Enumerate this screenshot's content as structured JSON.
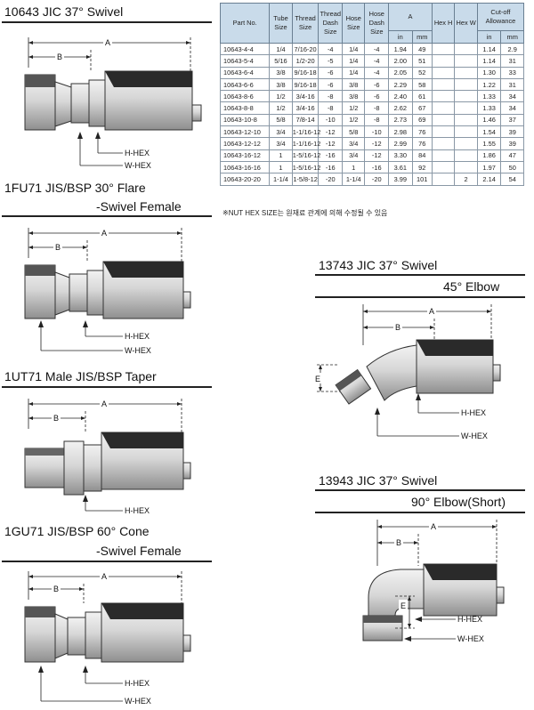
{
  "sections": [
    {
      "title": "10643 JIC 37° Swivel",
      "subtitle": ""
    },
    {
      "title": "1FU71 JIS/BSP 30° Flare",
      "subtitle": "-Swivel Female"
    },
    {
      "title": "1UT71 Male JIS/BSP Taper",
      "subtitle": ""
    },
    {
      "title": "1GU71 JIS/BSP 60° Cone",
      "subtitle": "-Swivel Female"
    },
    {
      "title": "13743 JIC 37° Swivel",
      "subtitle": "45° Elbow"
    },
    {
      "title": "13943 JIC 37° Swivel",
      "subtitle": "90° Elbow(Short)"
    }
  ],
  "dims": {
    "a": "A",
    "b": "B",
    "e": "E",
    "hhex": "H-HEX",
    "whex": "W-HEX"
  },
  "table": {
    "headers": {
      "part": "Part No.",
      "tube": "Tube Size",
      "thread": "Thread Size",
      "thread_dash": "Thread Dash Size",
      "hose": "Hose Size",
      "hose_dash": "Hose Dash Size",
      "a": "A",
      "hex_h": "Hex H",
      "hex_w": "Hex W",
      "cutoff": "Cut-off Allowance",
      "in": "in",
      "mm": "mm"
    },
    "rows": [
      {
        "part": "10643-4-4",
        "tube": "1/4",
        "thread": "7/16-20",
        "tdash": "-4",
        "hose": "1/4",
        "hdash": "-4",
        "a_in": "1.94",
        "a_mm": "49",
        "h": "",
        "w": "",
        "c_in": "1.14",
        "c_mm": "2.9"
      },
      {
        "part": "10643-5-4",
        "tube": "5/16",
        "thread": "1/2-20",
        "tdash": "-5",
        "hose": "1/4",
        "hdash": "-4",
        "a_in": "2.00",
        "a_mm": "51",
        "h": "",
        "w": "",
        "c_in": "1.14",
        "c_mm": "31"
      },
      {
        "part": "10643-6-4",
        "tube": "3/8",
        "thread": "9/16-18",
        "tdash": "-6",
        "hose": "1/4",
        "hdash": "-4",
        "a_in": "2.05",
        "a_mm": "52",
        "h": "",
        "w": "",
        "c_in": "1.30",
        "c_mm": "33"
      },
      {
        "part": "10643-6-6",
        "tube": "3/8",
        "thread": "9/16-18",
        "tdash": "-6",
        "hose": "3/8",
        "hdash": "-6",
        "a_in": "2.29",
        "a_mm": "58",
        "h": "",
        "w": "",
        "c_in": "1.22",
        "c_mm": "31"
      },
      {
        "part": "10643-8-6",
        "tube": "1/2",
        "thread": "3/4-16",
        "tdash": "-8",
        "hose": "3/8",
        "hdash": "-6",
        "a_in": "2.40",
        "a_mm": "61",
        "h": "",
        "w": "",
        "c_in": "1.33",
        "c_mm": "34"
      },
      {
        "part": "10643-8-8",
        "tube": "1/2",
        "thread": "3/4-16",
        "tdash": "-8",
        "hose": "1/2",
        "hdash": "-8",
        "a_in": "2.62",
        "a_mm": "67",
        "h": "",
        "w": "",
        "c_in": "1.33",
        "c_mm": "34"
      },
      {
        "part": "10643-10-8",
        "tube": "5/8",
        "thread": "7/8-14",
        "tdash": "-10",
        "hose": "1/2",
        "hdash": "-8",
        "a_in": "2.73",
        "a_mm": "69",
        "h": "",
        "w": "",
        "c_in": "1.46",
        "c_mm": "37"
      },
      {
        "part": "10643-12-10",
        "tube": "3/4",
        "thread": "1-1/16-12",
        "tdash": "-12",
        "hose": "5/8",
        "hdash": "-10",
        "a_in": "2.98",
        "a_mm": "76",
        "h": "",
        "w": "",
        "c_in": "1.54",
        "c_mm": "39"
      },
      {
        "part": "10643-12-12",
        "tube": "3/4",
        "thread": "1-1/16-12",
        "tdash": "-12",
        "hose": "3/4",
        "hdash": "-12",
        "a_in": "2.99",
        "a_mm": "76",
        "h": "",
        "w": "",
        "c_in": "1.55",
        "c_mm": "39"
      },
      {
        "part": "10643-16-12",
        "tube": "1",
        "thread": "1-5/16-12",
        "tdash": "-16",
        "hose": "3/4",
        "hdash": "-12",
        "a_in": "3.30",
        "a_mm": "84",
        "h": "",
        "w": "",
        "c_in": "1.86",
        "c_mm": "47"
      },
      {
        "part": "10643-16-16",
        "tube": "1",
        "thread": "1-5/16-12",
        "tdash": "-16",
        "hose": "1",
        "hdash": "-16",
        "a_in": "3.61",
        "a_mm": "92",
        "h": "",
        "w": "",
        "c_in": "1.97",
        "c_mm": "50"
      },
      {
        "part": "10643-20-20",
        "tube": "1-1/4",
        "thread": "1-5/8-12",
        "tdash": "-20",
        "hose": "1-1/4",
        "hdash": "-20",
        "a_in": "3.99",
        "a_mm": "101",
        "h": "",
        "w": "2",
        "c_in": "2.14",
        "c_mm": "54"
      }
    ],
    "note": "※NUT HEX SIZE는 원재료 관계에 의해 수정될 수 있음"
  }
}
